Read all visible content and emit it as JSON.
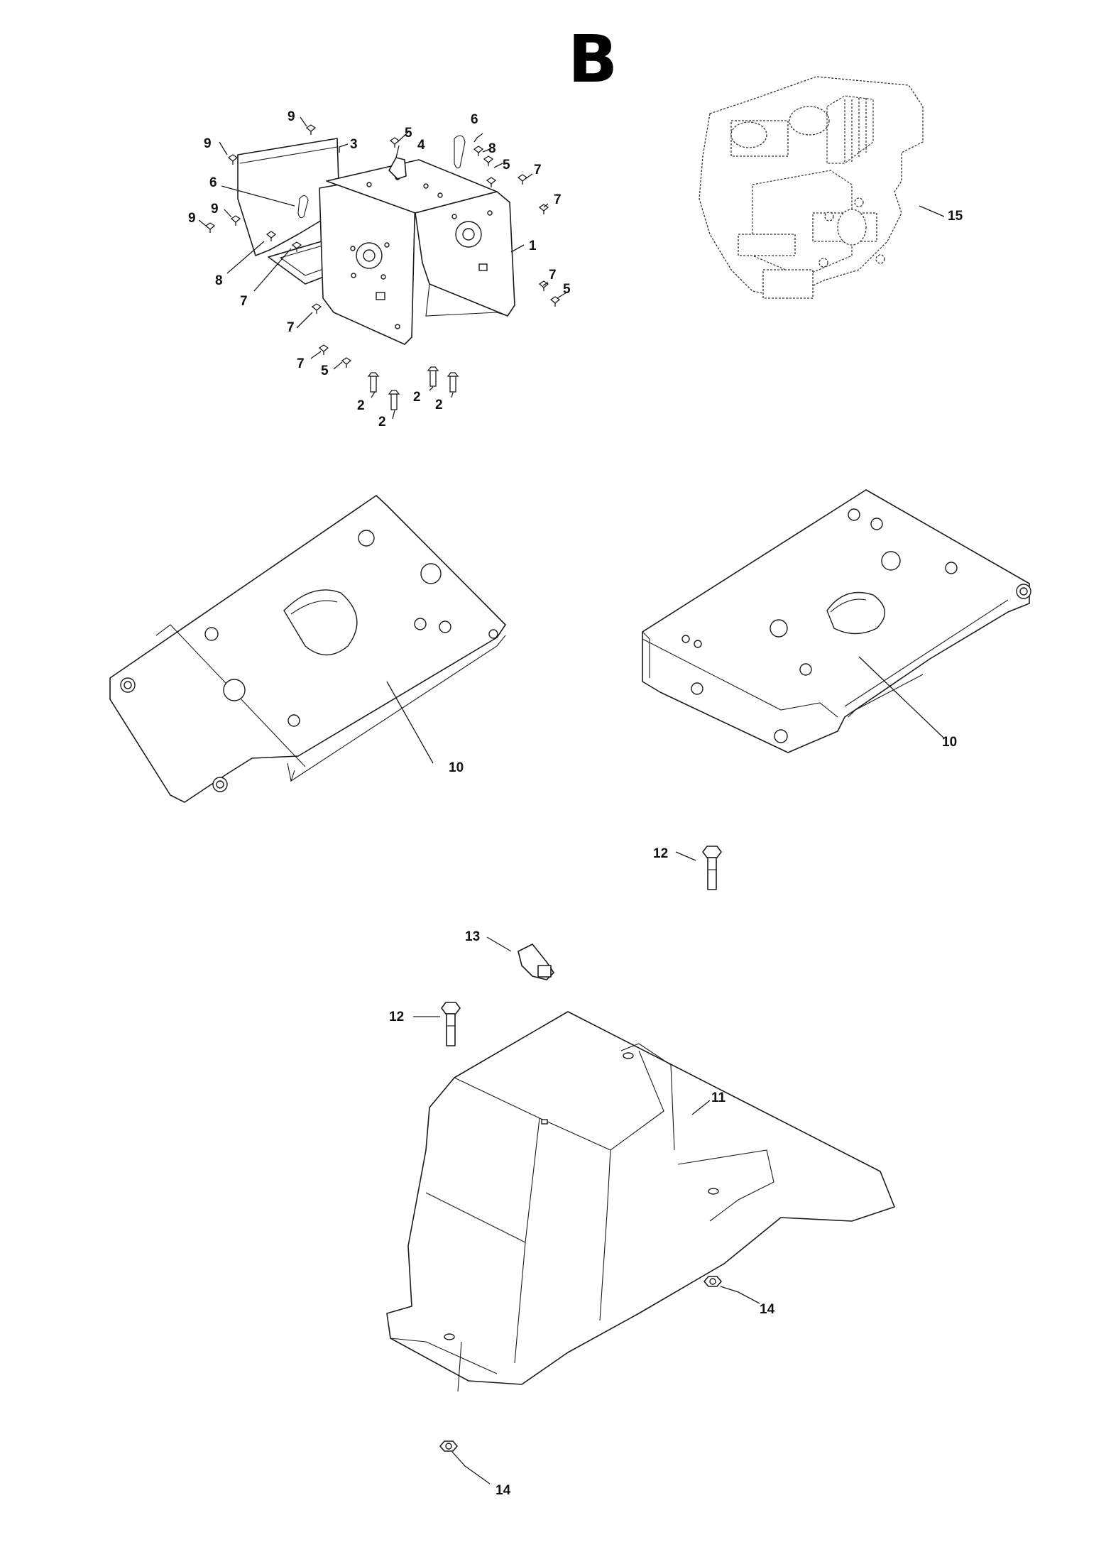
{
  "section_letter": "B",
  "callouts": {
    "c1": "1",
    "c2a": "2",
    "c2b": "2",
    "c2c": "2",
    "c2d": "2",
    "c3": "3",
    "c4": "4",
    "c5a": "5",
    "c5b": "5",
    "c5c": "5",
    "c5d": "5",
    "c6a": "6",
    "c6b": "6",
    "c7a": "7",
    "c7b": "7",
    "c7c": "7",
    "c7d": "7",
    "c7e": "7",
    "c7f": "7",
    "c8a": "8",
    "c8b": "8",
    "c9a": "9",
    "c9b": "9",
    "c9c": "9",
    "c9d": "9",
    "c10a": "10",
    "c10b": "10",
    "c11": "11",
    "c12a": "12",
    "c12b": "12",
    "c13": "13",
    "c14a": "14",
    "c14b": "14",
    "c15": "15"
  }
}
